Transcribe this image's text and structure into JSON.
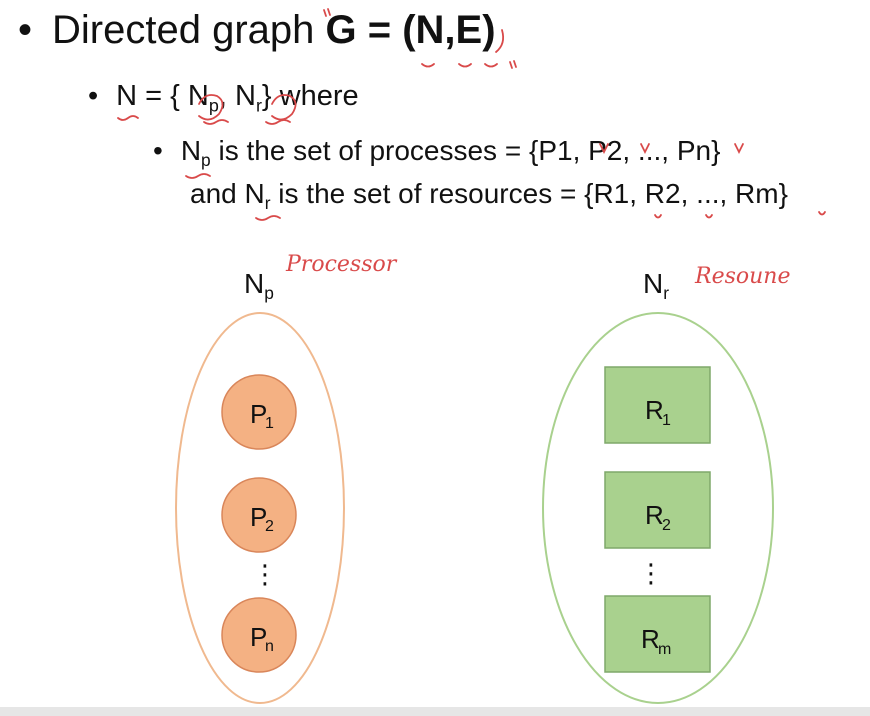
{
  "heading": {
    "bullet": "•",
    "prefix": "Directed graph ",
    "formula": "G = (N,E)"
  },
  "line2": {
    "bullet": "•",
    "n": "N",
    "eq": " = { ",
    "np_base": "N",
    "np_sub": "p",
    "comma": ", ",
    "nr_base": "N",
    "nr_sub": "r",
    "close": "} where"
  },
  "line3": {
    "bullet": "•",
    "np_base": "N",
    "np_sub": "p",
    "text1": " is the set of processes = {P1, P2, ..., Pn}",
    "and_text": "and ",
    "nr_base": "N",
    "nr_sub": "r",
    "text2": " is the set of resources = {R1, R2, ..., Rm}"
  },
  "sets": {
    "left": {
      "base": "N",
      "sub": "p",
      "annotation": "Processor"
    },
    "right": {
      "base": "N",
      "sub": "r",
      "annotation": "Resoune"
    }
  },
  "processes": [
    {
      "base": "P",
      "sub": "1"
    },
    {
      "base": "P",
      "sub": "2"
    },
    {
      "base": "P",
      "sub": "n"
    }
  ],
  "resources": [
    {
      "base": "R",
      "sub": "1"
    },
    {
      "base": "R",
      "sub": "2"
    },
    {
      "base": "R",
      "sub": "m"
    }
  ],
  "ellipsis": "⋮",
  "colors": {
    "process_fill": "#f4b183",
    "process_stroke": "#d9865a",
    "process_ellipse": "#f0b98f",
    "resource_fill": "#a9d18e",
    "resource_stroke": "#7fa86a",
    "resource_ellipse": "#a9d18e",
    "ink": "#d94a4a"
  }
}
